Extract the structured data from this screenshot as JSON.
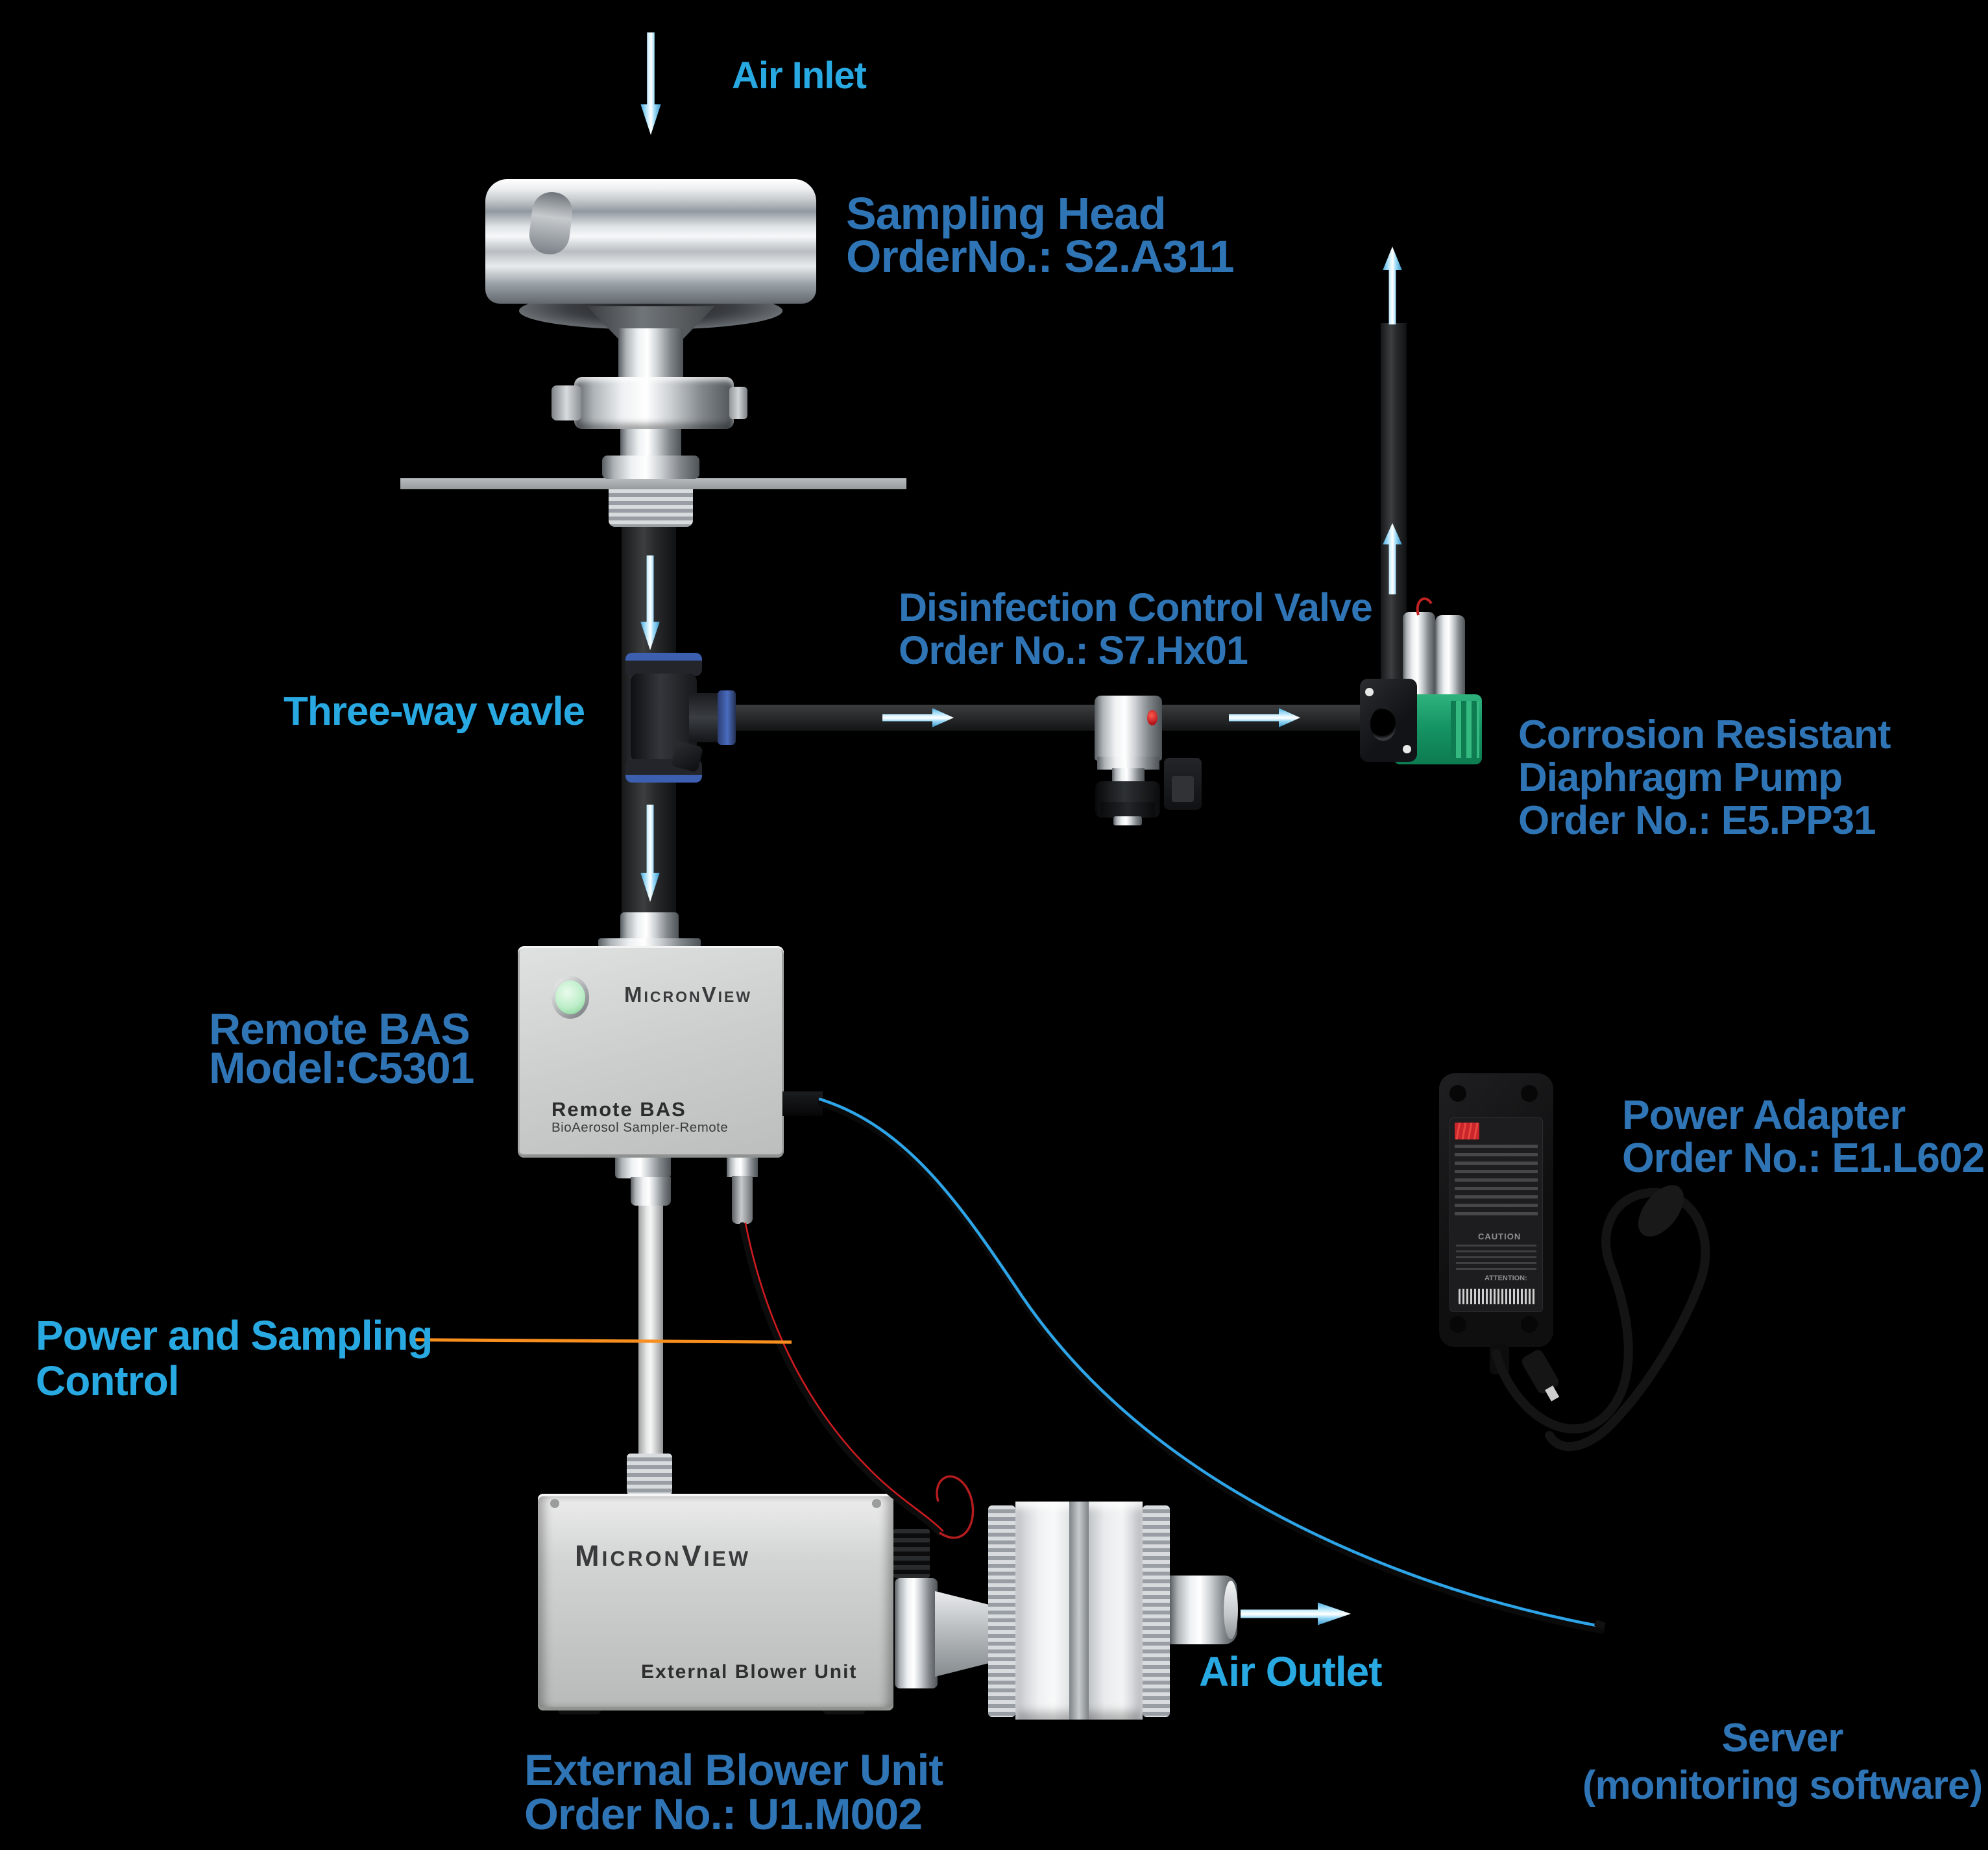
{
  "colors": {
    "background": "#000000",
    "label_cyan": "#29A9E2",
    "label_blue": "#2F75B5",
    "callout_orange": "#F78E1E",
    "flow_arrow_blue": "#5BC2F0",
    "cable_blue": "#2DA5E8",
    "cable_red": "#C3161C",
    "pump_green": "#149361",
    "led_green": "#BDEEC9"
  },
  "labels": {
    "air_inlet": "Air Inlet",
    "sampling_head": {
      "line1": "Sampling Head",
      "line2": "OrderNo.: S2.A311"
    },
    "disinfection_valve": {
      "line1": "Disinfection Control Valve",
      "line2": "Order No.: S7.Hx01"
    },
    "three_way_valve": "Three-way vavle",
    "diaphragm_pump": {
      "line1": "Corrosion Resistant",
      "line2": "Diaphragm Pump",
      "line3": "Order No.: E5.PP31"
    },
    "remote_bas": {
      "line1": "Remote BAS",
      "line2": "Model:C5301"
    },
    "power_adapter": {
      "line1": "Power Adapter",
      "line2": "Order No.: E1.L602"
    },
    "power_sampling_control": {
      "line1": "Power and Sampling",
      "line2": "Control"
    },
    "external_blower": {
      "line1": "External Blower Unit",
      "line2": "Order No.: U1.M002"
    },
    "air_outlet": "Air Outlet",
    "server": {
      "line1": "Server",
      "line2": "(monitoring software)"
    }
  },
  "devices": {
    "remote_bas": {
      "brand": "MicronView",
      "title": "Remote BAS",
      "subtitle": "BioAerosol Sampler-Remote"
    },
    "external_blower": {
      "brand": "MicronView",
      "title": "External Blower Unit"
    },
    "power_adapter": {
      "caution": "CAUTION",
      "attention": "ATTENTION:"
    }
  }
}
